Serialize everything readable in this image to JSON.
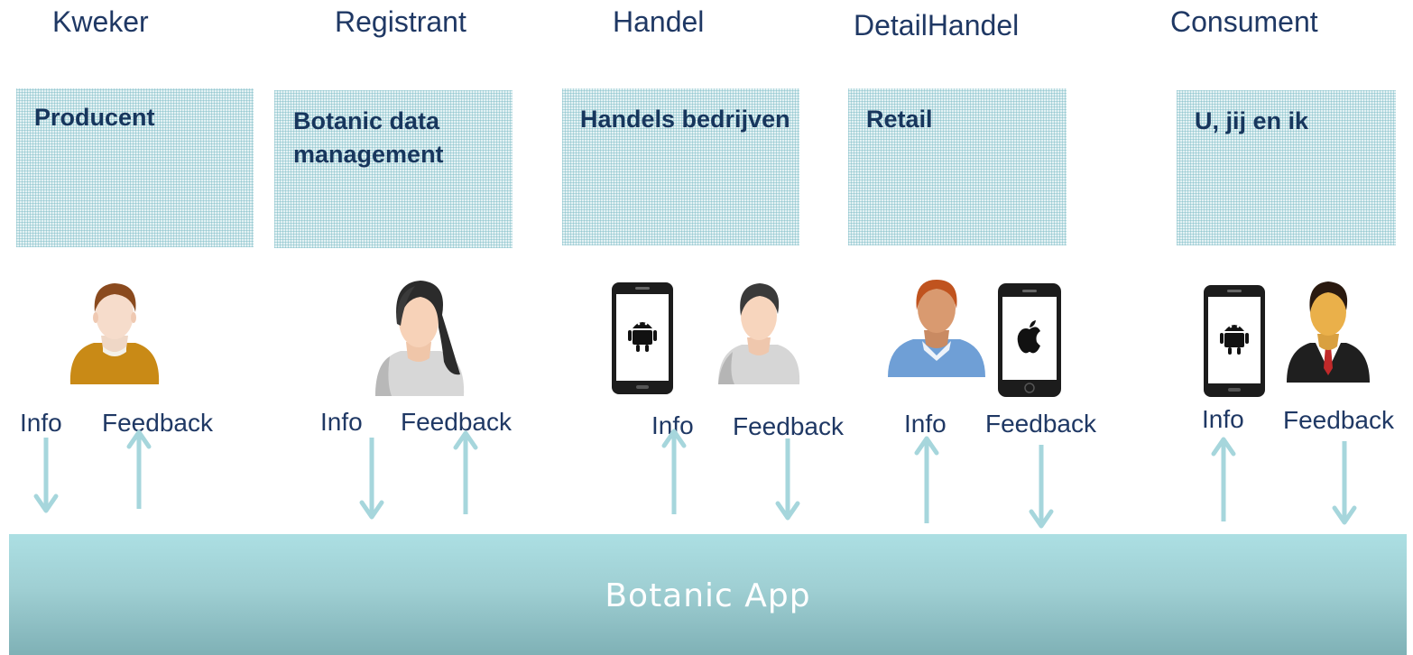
{
  "columns": [
    {
      "header": "Kweker",
      "box_text": "Producent",
      "info": "Info",
      "feedback": "Feedback"
    },
    {
      "header": "Registrant",
      "box_text": "Botanic data management",
      "info": "Info",
      "feedback": "Feedback"
    },
    {
      "header": "Handel",
      "box_text": "Handels bedrijven",
      "info": "Info",
      "feedback": "Feedback"
    },
    {
      "header": "DetailHandel",
      "box_text": "Retail",
      "info": "Info",
      "feedback": "Feedback"
    },
    {
      "header": "Consument",
      "box_text": "U, jij en ik",
      "info": "Info",
      "feedback": "Feedback"
    }
  ],
  "bottom_bar": {
    "label": "Botanic App"
  },
  "colors": {
    "header_text": "#1f3864",
    "box_text": "#17365d",
    "arrow": "#a6d6dc",
    "bar_top": "#acdfe3",
    "bar_bottom": "#7fb1b6"
  },
  "icons": [
    "person-orange-shirt-icon",
    "woman-ponytail-icon",
    "android-phone-icon",
    "person-grey-shirt-icon",
    "person-blue-shirt-icon",
    "apple-phone-icon",
    "android-phone-icon",
    "businessman-icon"
  ]
}
